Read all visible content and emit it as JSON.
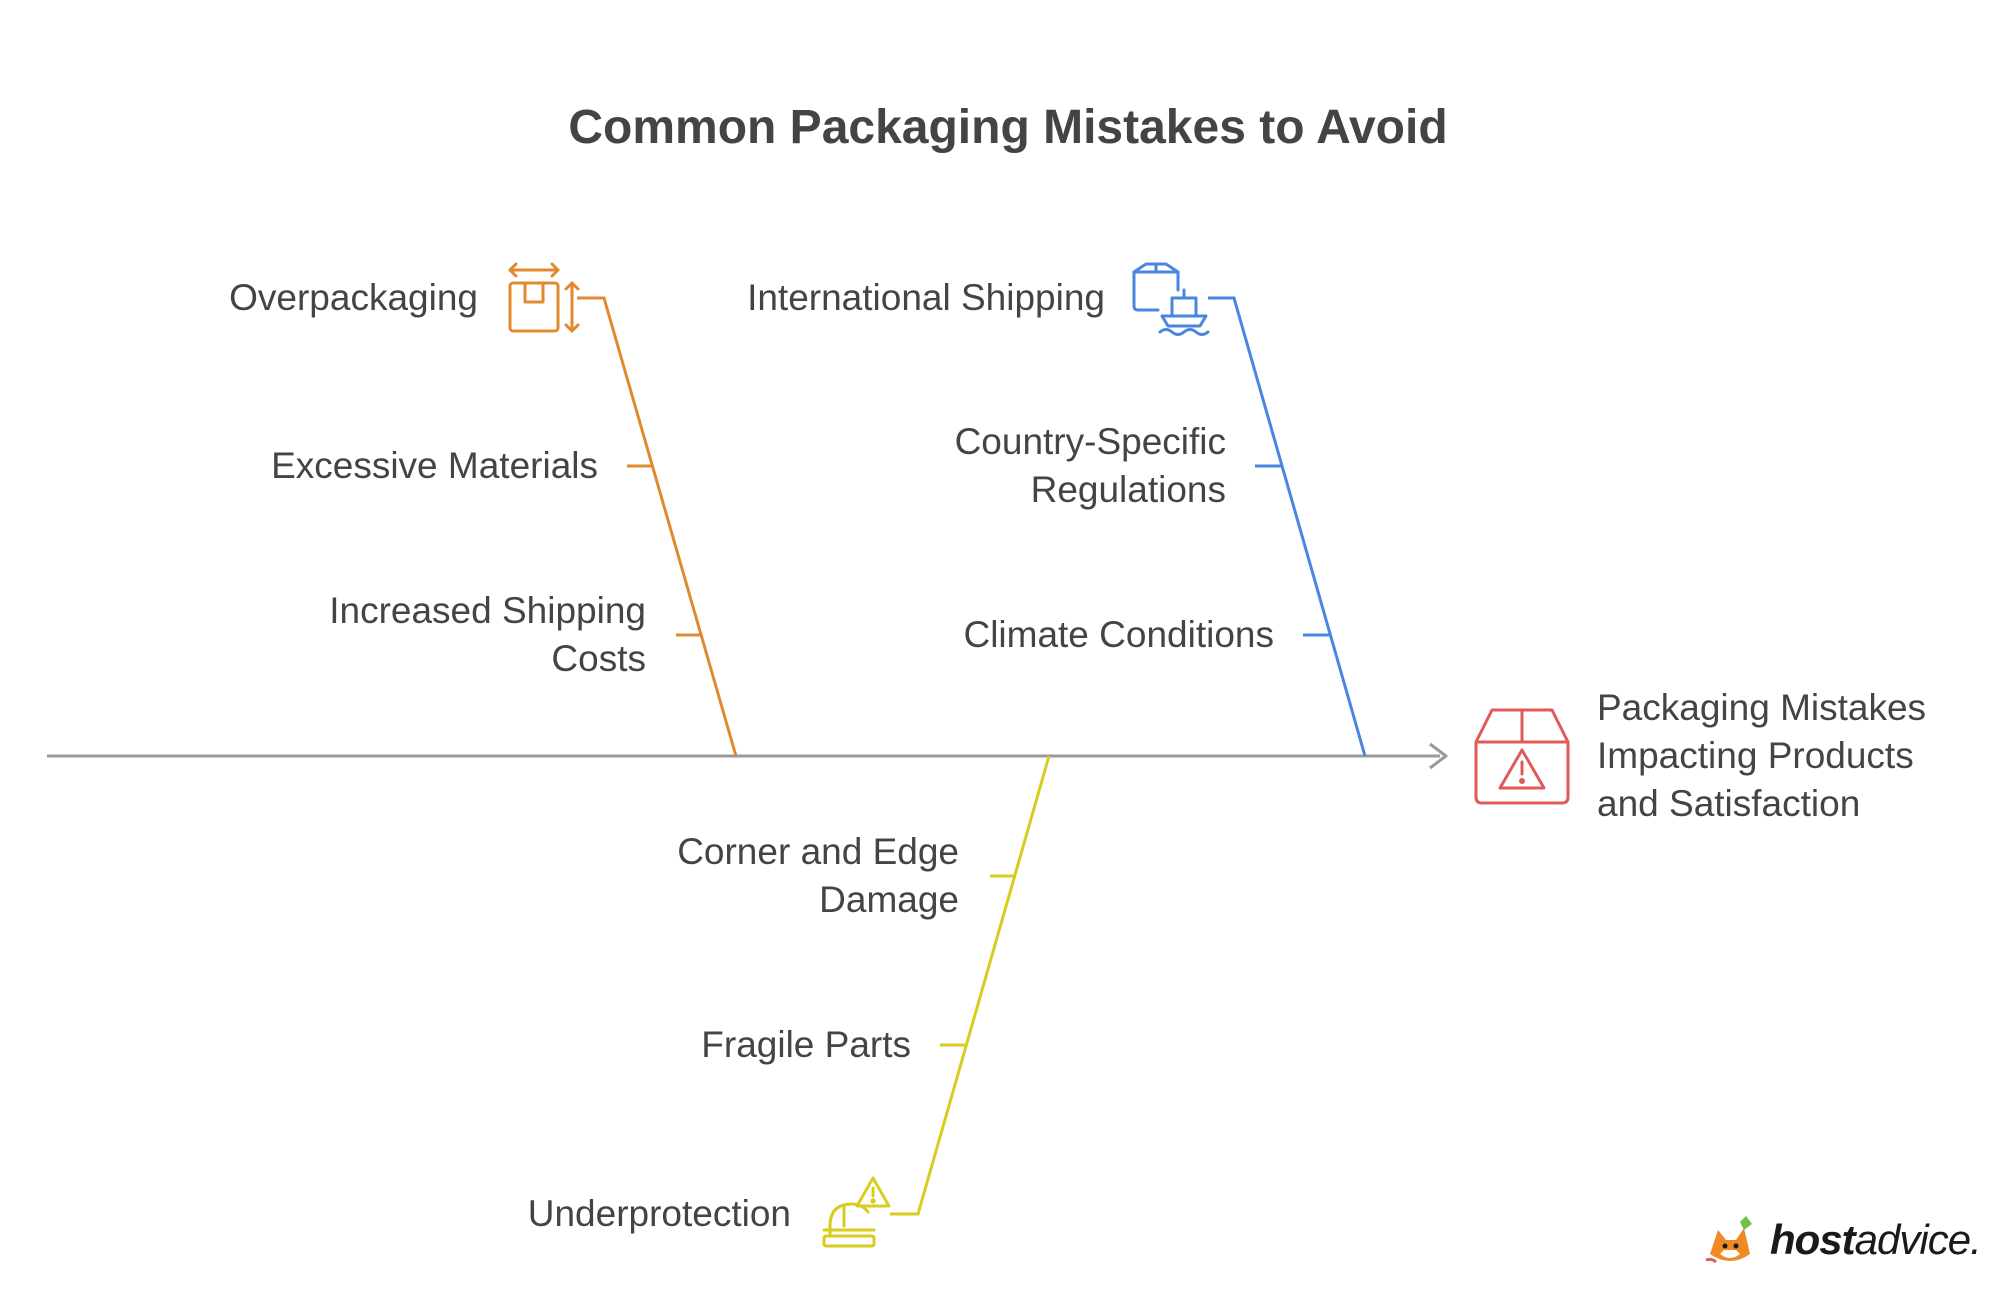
{
  "title": "Common Packaging Mistakes to Avoid",
  "colors": {
    "spine": "#9a9a9a",
    "orange": "#e08a30",
    "blue": "#4a86e0",
    "yellow": "#d8cc1e",
    "red": "#e05a5a",
    "text": "#444444"
  },
  "effect": {
    "lines": [
      "Packaging Mistakes",
      "Impacting Products",
      "and Satisfaction"
    ],
    "icon": "box-warning-icon"
  },
  "categories": [
    {
      "name": "Overpackaging",
      "icon": "oversized-box-icon",
      "color": "orange",
      "causes": [
        {
          "lines": [
            "Excessive Materials"
          ]
        },
        {
          "lines": [
            "Increased Shipping",
            "Costs"
          ]
        }
      ]
    },
    {
      "name": "International Shipping",
      "icon": "cargo-ship-box-icon",
      "color": "blue",
      "causes": [
        {
          "lines": [
            "Country-Specific",
            "Regulations"
          ]
        },
        {
          "lines": [
            "Climate Conditions"
          ]
        }
      ]
    },
    {
      "name": "Underprotection",
      "icon": "hard-hat-warning-icon",
      "color": "yellow",
      "causes": [
        {
          "lines": [
            "Corner and Edge",
            "Damage"
          ]
        },
        {
          "lines": [
            "Fragile Parts"
          ]
        }
      ]
    }
  ],
  "logo": {
    "brand_bold": "host",
    "brand_rest": "advice."
  }
}
